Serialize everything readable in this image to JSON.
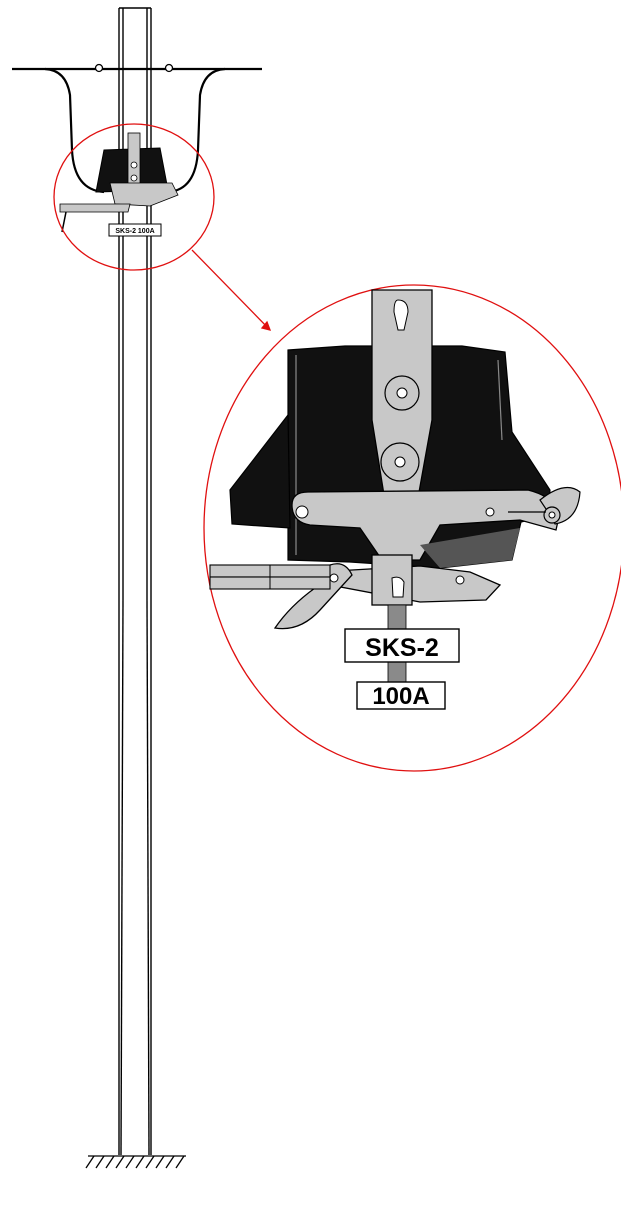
{
  "labels": {
    "model_small": "SKS-2 100A",
    "model_large": "SKS-2",
    "rating_large": "100A"
  },
  "colors": {
    "line": "#000000",
    "callout": "#e01010",
    "device_dark": "#111111",
    "lever_gray": "#c8c8c8",
    "shadow_gray": "#8a8a8a",
    "background": "#ffffff"
  },
  "icons": {
    "ground": "ground-hatch-icon",
    "switch": "pole-switch-icon"
  }
}
